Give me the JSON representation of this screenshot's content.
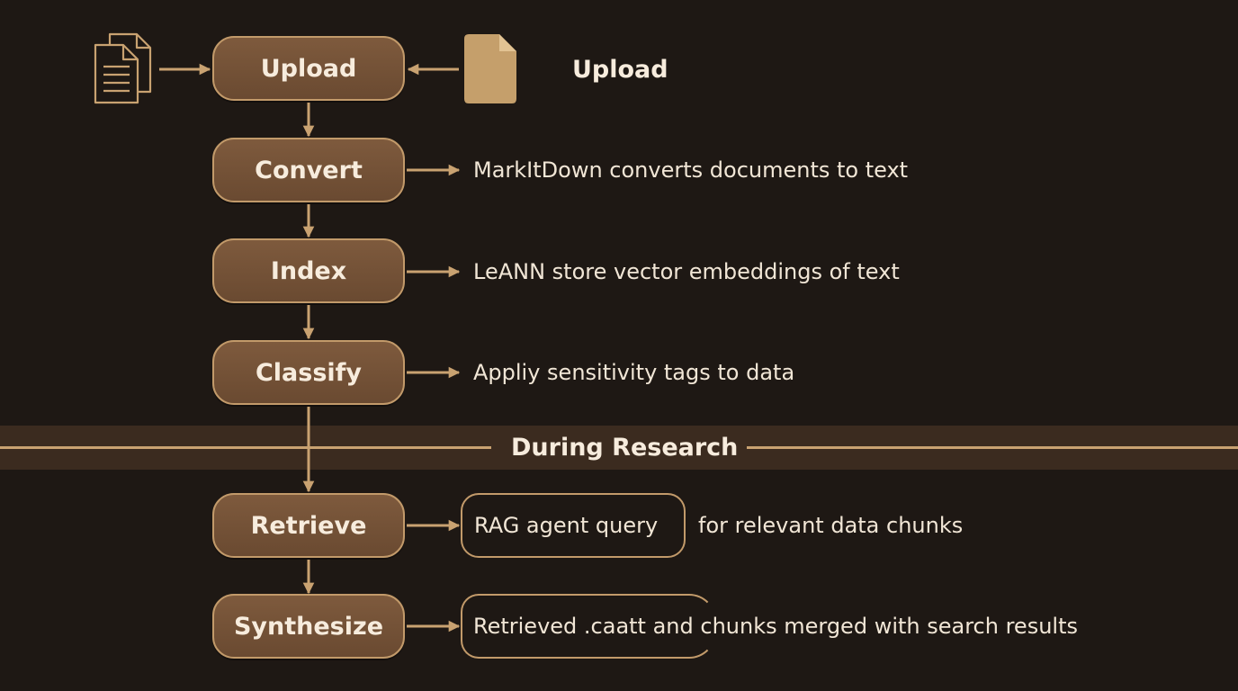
{
  "colors": {
    "background": "#1e1814",
    "node_fill": "#6f4e34",
    "node_border": "#c29a6a",
    "accent": "#c9a271",
    "text": "#f1e6d6"
  },
  "icons": {
    "left": "documents-stack-icon",
    "right": "file-icon"
  },
  "upload_label": "Upload",
  "steps": {
    "upload": "Upload",
    "convert": "Convert",
    "index": "Index",
    "classify": "Classify",
    "retrieve": "Retrieve",
    "synthesize": "Synthesize"
  },
  "descriptions": {
    "convert": "MarkItDown converts documents to text",
    "index": "LeANN store vector embeddings of text",
    "classify": "Appliy sensitivity tags to data",
    "retrieve_pill": "RAG agent query",
    "retrieve_rest": "for relevant data chunks",
    "synthesize": "Retrieved .caatt and chunks merged with search results"
  },
  "divider_label": "During Research"
}
